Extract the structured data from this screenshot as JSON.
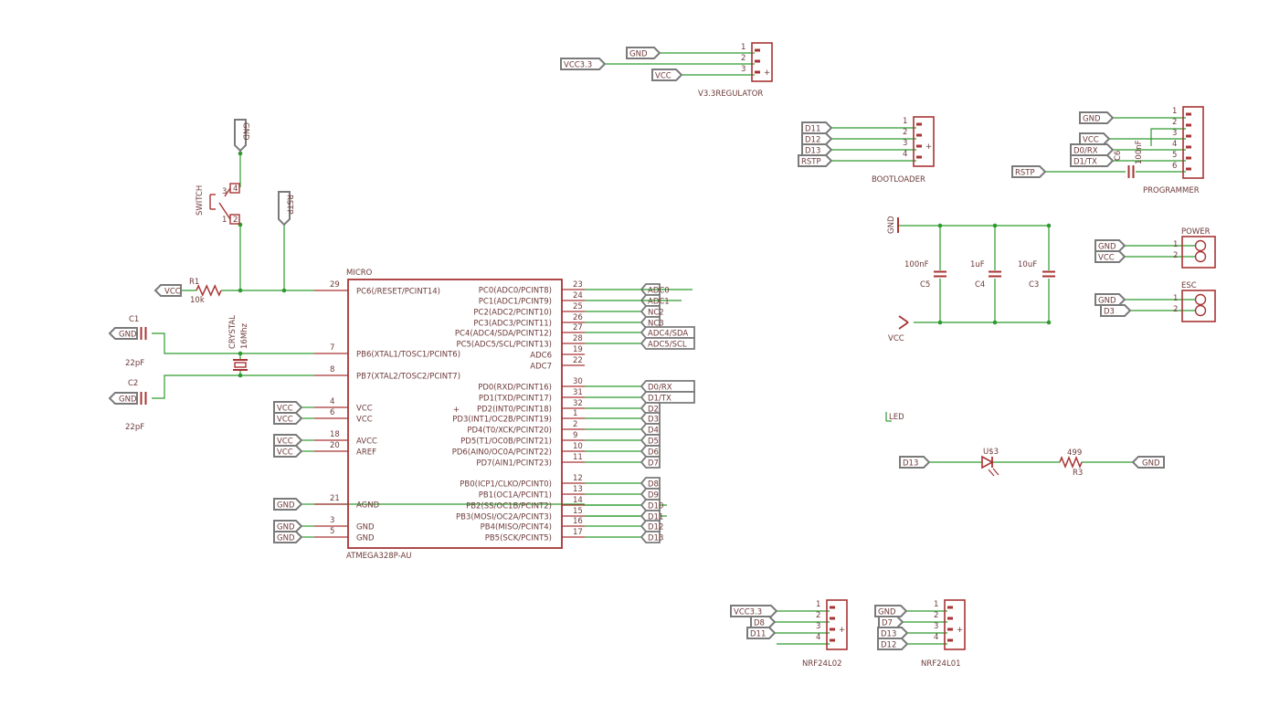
{
  "colors": {
    "wire": "#2e9a2e",
    "part": "#a83434",
    "text": "#6e3a3a",
    "junction": "#2e9a2e"
  },
  "micro": {
    "title": "MICRO",
    "part_name": "ATMEGA328P-AU",
    "left_pins": [
      {
        "num": "29",
        "name": "PC6(/RESET/PCINT14)"
      },
      {
        "num": "7",
        "name": "PB6(XTAL1/TOSC1/PCINT6)"
      },
      {
        "num": "8",
        "name": "PB7(XTAL2/TOSC2/PCINT7)"
      },
      {
        "num": "4",
        "name": "VCC"
      },
      {
        "num": "6",
        "name": "VCC"
      },
      {
        "num": "18",
        "name": "AVCC"
      },
      {
        "num": "20",
        "name": "AREF"
      },
      {
        "num": "21",
        "name": "AGND"
      },
      {
        "num": "3",
        "name": "GND"
      },
      {
        "num": "5",
        "name": "GND"
      }
    ],
    "right_pins": [
      {
        "num": "23",
        "name": "PC0(ADC0/PCINT8)",
        "net": "ADC0"
      },
      {
        "num": "24",
        "name": "PC1(ADC1/PCINT9)",
        "net": "ADC1"
      },
      {
        "num": "25",
        "name": "PC2(ADC2/PCINT10)",
        "net": "NC2"
      },
      {
        "num": "26",
        "name": "PC3(ADC3/PCINT11)",
        "net": "NC3"
      },
      {
        "num": "27",
        "name": "PC4(ADC4/SDA/PCINT12)",
        "net": "ADC4/SDA"
      },
      {
        "num": "28",
        "name": "PC5(ADC5/SCL/PCINT13)",
        "net": "ADC5/SCL"
      },
      {
        "num": "19",
        "name": "ADC6",
        "net": ""
      },
      {
        "num": "22",
        "name": "ADC7",
        "net": ""
      },
      {
        "num": "30",
        "name": "PD0(RXD/PCINT16)",
        "net": "D0/RX"
      },
      {
        "num": "31",
        "name": "PD1(TXD/PCINT17)",
        "net": "D1/TX"
      },
      {
        "num": "32",
        "name": "PD2(INT0/PCINT18)",
        "net": "D2"
      },
      {
        "num": "1",
        "name": "PD3(INT1/OC2B/PCINT19)",
        "net": "D3"
      },
      {
        "num": "2",
        "name": "PD4(T0/XCK/PCINT20)",
        "net": "D4"
      },
      {
        "num": "9",
        "name": "PD5(T1/OC0B/PCINT21)",
        "net": "D5"
      },
      {
        "num": "10",
        "name": "PD6(AIN0/OC0A/PCINT22)",
        "net": "D6"
      },
      {
        "num": "11",
        "name": "PD7(AIN1/PCINT23)",
        "net": "D7"
      },
      {
        "num": "12",
        "name": "PB0(ICP1/CLKO/PCINT0)",
        "net": "D8"
      },
      {
        "num": "13",
        "name": "PB1(OC1A/PCINT1)",
        "net": "D9"
      },
      {
        "num": "14",
        "name": "PB2(SS/OC1B/PCINT2)",
        "net": "D10"
      },
      {
        "num": "15",
        "name": "PB3(MOSI/OC2A/PCINT3)",
        "net": "D11"
      },
      {
        "num": "16",
        "name": "PB4(MISO/PCINT4)",
        "net": "D12"
      },
      {
        "num": "17",
        "name": "PB5(SCK/PCINT5)",
        "net": "D13"
      }
    ]
  },
  "nets": {
    "vcc": "VCC",
    "gnd": "GND",
    "rstp": "RSTP",
    "vcc33": "VCC3.3",
    "d0rx": "D0/RX",
    "d1tx": "D1/TX",
    "d3": "D3",
    "d7": "D7",
    "d8": "D8",
    "d11": "D11",
    "d12": "D12",
    "d13": "D13"
  },
  "parts": {
    "r1": {
      "name": "R1",
      "value": "10k"
    },
    "c1": {
      "name": "C1",
      "value": "22pF"
    },
    "c2": {
      "name": "C2",
      "value": "22pF"
    },
    "crystal": {
      "name": "CRYSTAL",
      "value": "16Mhz"
    },
    "switch": {
      "name": "SWITCH"
    },
    "c3": {
      "name": "C3",
      "value": "10uF"
    },
    "c4": {
      "name": "C4",
      "value": "1uF"
    },
    "c5": {
      "name": "C5",
      "value": "100nF"
    },
    "c6": {
      "name": "C6",
      "value": "100nF"
    },
    "led": {
      "name": "U$3",
      "label": "LED"
    },
    "r3": {
      "name": "R3",
      "value": "499"
    }
  },
  "headers": {
    "regulator": "V3.3REGULATOR",
    "bootloader": "BOOTLOADER",
    "programmer": "PROGRAMMER",
    "power": "POWER",
    "esc": "ESC",
    "nrf2": "NRF24L02",
    "nrf1": "NRF24L01"
  }
}
